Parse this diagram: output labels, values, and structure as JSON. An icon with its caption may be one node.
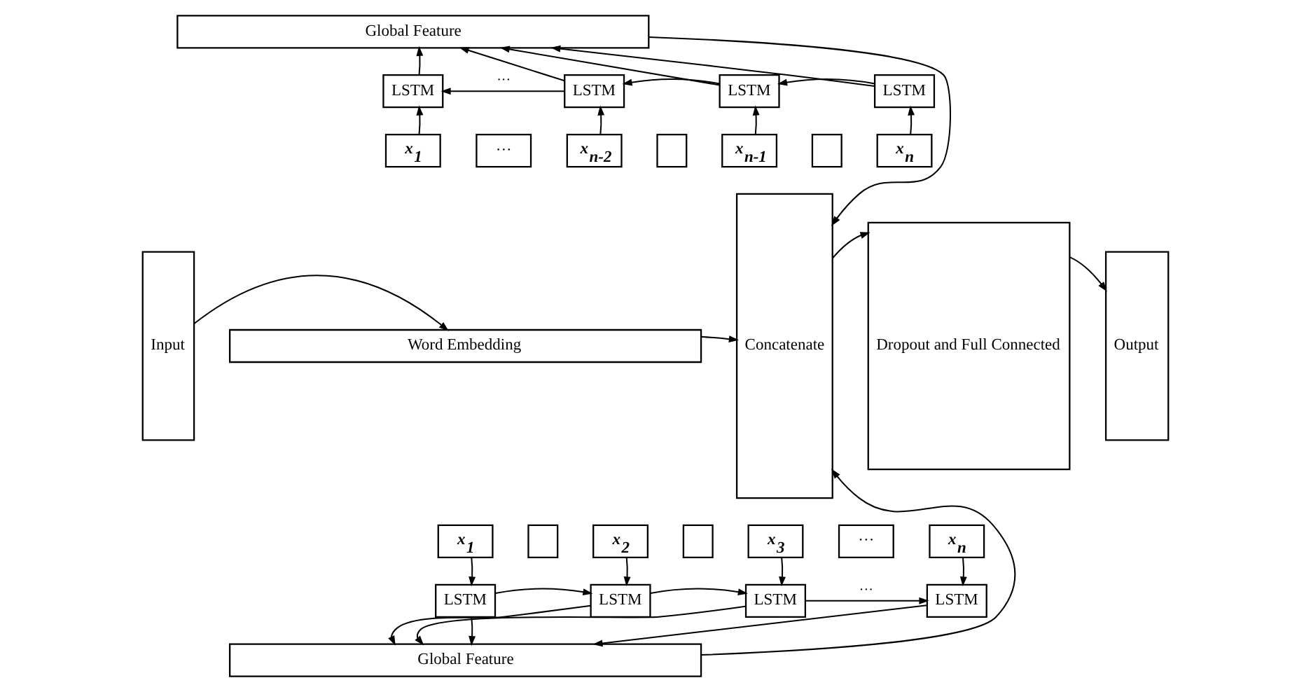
{
  "diagram": {
    "nodes": [
      {
        "text": [
          "Input"
        ]
      },
      {
        "text": [
          "Global Feature"
        ]
      },
      {
        "text": [
          "LSTM"
        ]
      },
      {
        "text": [
          "LSTM"
        ]
      },
      {
        "text": [
          "LSTM"
        ]
      },
      {
        "text": [
          "LSTM"
        ]
      },
      {
        "text": [
          "x$_{1}$"
        ]
      },
      {
        "text": [
          "···"
        ]
      },
      {
        "text": [
          "x$_{n-2}$"
        ]
      },
      {
        "text": [],
        "shape": "box"
      },
      {
        "text": [
          "x$_{n-1}$"
        ]
      },
      {
        "text": [],
        "shape": "box"
      },
      {
        "text": [
          "x$_{n}$"
        ]
      },
      {
        "text": [
          "Word Embedding"
        ]
      },
      {
        "text": [
          "x$_{1}$"
        ]
      },
      {
        "text": [],
        "shape": "box"
      },
      {
        "text": [
          "x$_{2}$"
        ]
      },
      {
        "text": [],
        "shape": "box"
      },
      {
        "text": [
          "x$_{3}$"
        ]
      },
      {
        "text": [
          "···"
        ]
      },
      {
        "text": [
          "x$_{n}$"
        ]
      },
      {
        "text": [
          "LSTM"
        ]
      },
      {
        "text": [
          "LSTM"
        ]
      },
      {
        "text": [
          "LSTM"
        ]
      },
      {
        "text": [
          "LSTM"
        ]
      },
      {
        "text": [
          "Global Feature"
        ]
      },
      {
        "text": [
          "Concatenate"
        ]
      },
      {
        "text": [
          "Dropout and Full Connected"
        ]
      },
      {
        "text": [
          "Output"
        ]
      }
    ],
    "edges": [
      {
        "from": 0,
        "to": 13,
        "arrow": "to"
      },
      {
        "from": 2,
        "to": 1,
        "arrow": "to"
      },
      {
        "from": 3,
        "to": 1,
        "arrow": "to"
      },
      {
        "from": 4,
        "to": 1,
        "arrow": "to"
      },
      {
        "from": 5,
        "to": 1,
        "arrow": "to"
      },
      {
        "from": 5,
        "to": 4,
        "arrow": "to"
      },
      {
        "from": 4,
        "to": 3,
        "arrow": "to"
      },
      {
        "from": 3,
        "to": 2,
        "arrow": "to",
        "label": "···"
      },
      {
        "from": 6,
        "to": 2,
        "arrow": "to"
      },
      {
        "from": 8,
        "to": 3,
        "arrow": "to"
      },
      {
        "from": 10,
        "to": 4,
        "arrow": "to"
      },
      {
        "from": 12,
        "to": 5,
        "arrow": "to"
      },
      {
        "from": 1,
        "to": 26,
        "arrow": "to"
      },
      {
        "from": 13,
        "to": 26,
        "arrow": "to"
      },
      {
        "from": 14,
        "to": 21,
        "arrow": "to"
      },
      {
        "from": 16,
        "to": 22,
        "arrow": "to"
      },
      {
        "from": 18,
        "to": 23,
        "arrow": "to"
      },
      {
        "from": 20,
        "to": 24,
        "arrow": "to"
      },
      {
        "from": 21,
        "to": 22,
        "arrow": "to"
      },
      {
        "from": 22,
        "to": 23,
        "arrow": "to"
      },
      {
        "from": 23,
        "to": 24,
        "arrow": "to",
        "label": "···"
      },
      {
        "from": 21,
        "to": 25,
        "arrow": "to"
      },
      {
        "from": 22,
        "to": 25,
        "arrow": "to"
      },
      {
        "from": 23,
        "to": 25,
        "arrow": "to"
      },
      {
        "from": 24,
        "to": 25,
        "arrow": "to"
      },
      {
        "from": 25,
        "to": 26,
        "arrow": "to"
      },
      {
        "from": 26,
        "to": 27,
        "arrow": "to"
      },
      {
        "from": 27,
        "to": 28,
        "arrow": "to"
      }
    ]
  }
}
